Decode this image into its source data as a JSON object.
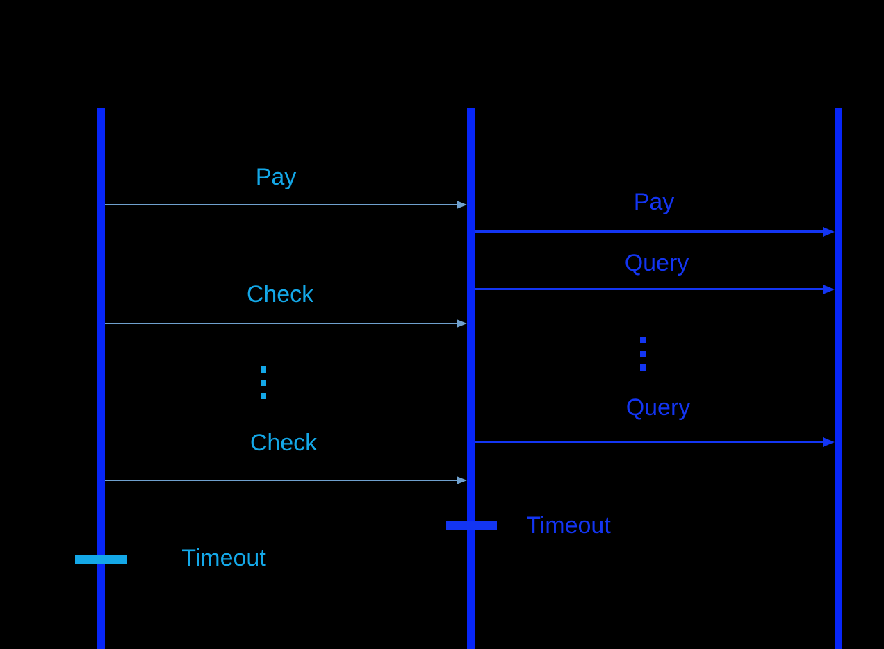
{
  "diagram": {
    "type": "sequence-diagram",
    "background": "#000000",
    "colors": {
      "background": "#000000",
      "lifeline": "#0726f8",
      "remote": "#1335f2",
      "local-arrow": "#6fa0ce",
      "local-text": "#14a8e8"
    },
    "lifelines": [
      {
        "id": "lifeline-1",
        "label": ""
      },
      {
        "id": "lifeline-2",
        "label": ""
      },
      {
        "id": "lifeline-3",
        "label": ""
      }
    ],
    "messages": [
      {
        "label": "Pay",
        "from": "lifeline-1",
        "to": "lifeline-2",
        "style": "local"
      },
      {
        "label": "Pay",
        "from": "lifeline-2",
        "to": "lifeline-3",
        "style": "remote"
      },
      {
        "label": "Query",
        "from": "lifeline-2",
        "to": "lifeline-3",
        "style": "remote"
      },
      {
        "label": "Check",
        "from": "lifeline-1",
        "to": "lifeline-2",
        "style": "local"
      },
      {
        "label": "Query",
        "from": "lifeline-2",
        "to": "lifeline-3",
        "style": "remote"
      },
      {
        "label": "Check",
        "from": "lifeline-1",
        "to": "lifeline-2",
        "style": "local"
      }
    ],
    "ellipses": [
      {
        "lane": "left",
        "style": "local",
        "dot_count": 3
      },
      {
        "lane": "right",
        "style": "remote",
        "dot_count": 3
      }
    ],
    "timeouts": [
      {
        "label": "Timeout",
        "lane": "middle",
        "style": "remote"
      },
      {
        "label": "Timeout",
        "lane": "left",
        "style": "local"
      }
    ]
  }
}
